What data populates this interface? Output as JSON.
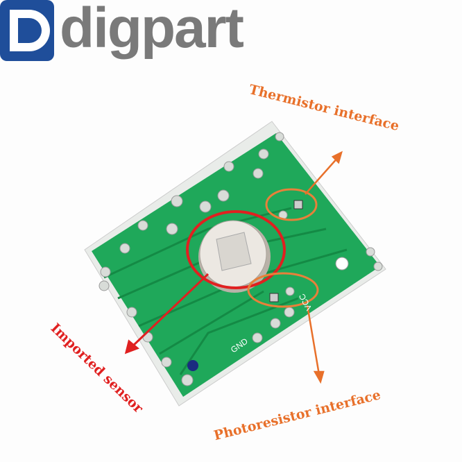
{
  "logo": {
    "brand": "digpart",
    "mark": "D"
  },
  "annotations": {
    "thermistor": "Thermistor interface",
    "sensor": "Imported sensor",
    "photoresistor": "Photoresistor interface"
  },
  "pcb_labels": {
    "gnd": "GND",
    "vcc": "VCC"
  },
  "colors": {
    "pcb": "#1fa85a",
    "sensor_circle": "#e02020",
    "interface_circle": "#e8803a",
    "annotation_orange": "#e8702a",
    "annotation_red": "#e02020",
    "logo_blue": "#1f4e9a"
  }
}
